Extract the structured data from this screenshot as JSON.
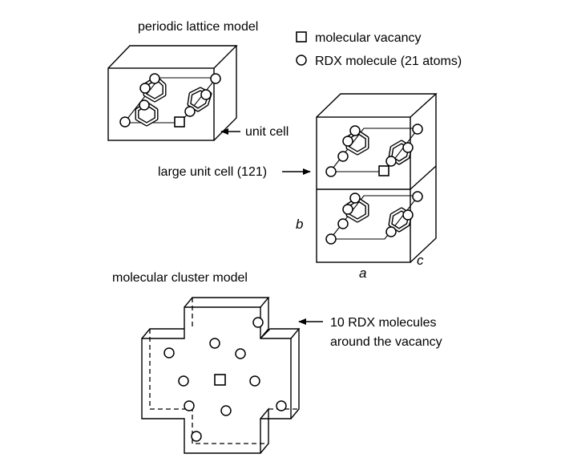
{
  "labels": {
    "periodic_model": "periodic lattice model",
    "unit_cell": "unit cell",
    "large_unit_cell": "large unit cell (121)",
    "cluster_model": "molecular cluster model",
    "cluster_note_line1": "10 RDX molecules",
    "cluster_note_line2": "around the vacancy"
  },
  "axes": {
    "a": "a",
    "b": "b",
    "c": "c"
  },
  "legend": {
    "vacancy": "molecular vacancy",
    "molecule": "RDX molecule (21 atoms)"
  }
}
